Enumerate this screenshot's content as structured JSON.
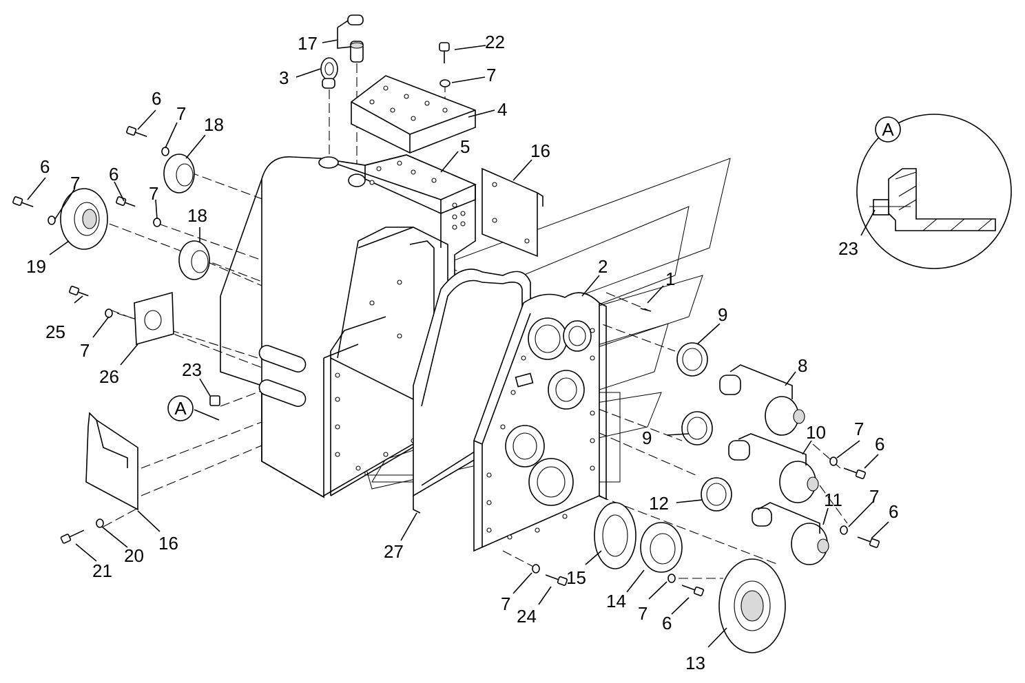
{
  "figure": {
    "callouts": [
      {
        "id": "c1",
        "text": "1"
      },
      {
        "id": "c2",
        "text": "2"
      },
      {
        "id": "c3",
        "text": "3"
      },
      {
        "id": "c4",
        "text": "4"
      },
      {
        "id": "c5",
        "text": "5"
      },
      {
        "id": "c6a",
        "text": "6"
      },
      {
        "id": "c6b",
        "text": "6"
      },
      {
        "id": "c6c",
        "text": "6"
      },
      {
        "id": "c6d",
        "text": "6"
      },
      {
        "id": "c6e",
        "text": "6"
      },
      {
        "id": "c6f",
        "text": "6"
      },
      {
        "id": "c7a",
        "text": "7"
      },
      {
        "id": "c7b",
        "text": "7"
      },
      {
        "id": "c7c",
        "text": "7"
      },
      {
        "id": "c7d",
        "text": "7"
      },
      {
        "id": "c7e",
        "text": "7"
      },
      {
        "id": "c7f",
        "text": "7"
      },
      {
        "id": "c7g",
        "text": "7"
      },
      {
        "id": "c7h",
        "text": "7"
      },
      {
        "id": "c7i",
        "text": "7"
      },
      {
        "id": "c8",
        "text": "8"
      },
      {
        "id": "c9a",
        "text": "9"
      },
      {
        "id": "c9b",
        "text": "9"
      },
      {
        "id": "c10",
        "text": "10"
      },
      {
        "id": "c11",
        "text": "11"
      },
      {
        "id": "c12",
        "text": "12"
      },
      {
        "id": "c13",
        "text": "13"
      },
      {
        "id": "c14",
        "text": "14"
      },
      {
        "id": "c15",
        "text": "15"
      },
      {
        "id": "c16a",
        "text": "16"
      },
      {
        "id": "c16b",
        "text": "16"
      },
      {
        "id": "c17",
        "text": "17"
      },
      {
        "id": "c18a",
        "text": "18"
      },
      {
        "id": "c18b",
        "text": "18"
      },
      {
        "id": "c19",
        "text": "19"
      },
      {
        "id": "c20",
        "text": "20"
      },
      {
        "id": "c21",
        "text": "21"
      },
      {
        "id": "c22",
        "text": "22"
      },
      {
        "id": "c23a",
        "text": "23"
      },
      {
        "id": "c23b",
        "text": "23"
      },
      {
        "id": "c24",
        "text": "24"
      },
      {
        "id": "c25",
        "text": "25"
      },
      {
        "id": "c26",
        "text": "26"
      },
      {
        "id": "c27",
        "text": "27"
      }
    ],
    "detail_marker": "A",
    "detail_view_label": "A"
  }
}
